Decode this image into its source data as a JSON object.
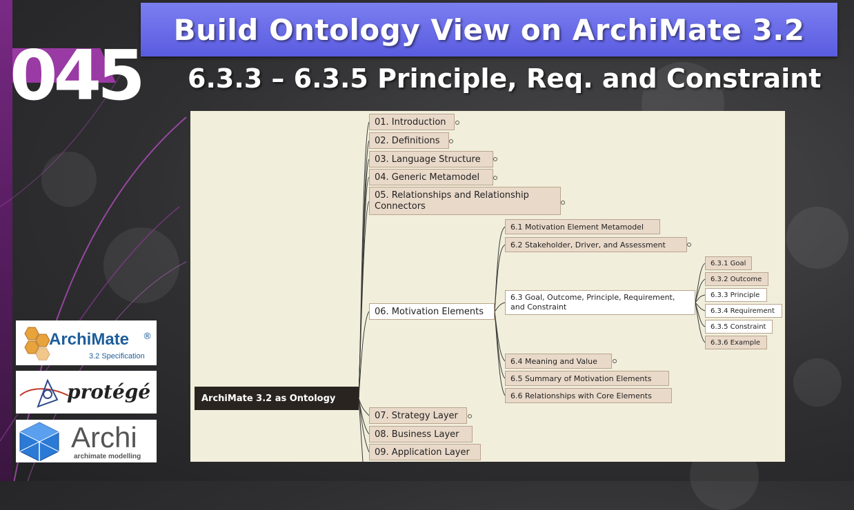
{
  "header": {
    "title": "Build Ontology View on ArchiMate 3.2",
    "episode_number": "045",
    "subtitle": "6.3.3 – 6.3.5 Principle, Req. and Constraint"
  },
  "mindmap": {
    "root": "ArchiMate 3.2 as Ontology",
    "chapters": [
      "01. Introduction",
      "02. Definitions",
      "03. Language Structure",
      "04. Generic Metamodel",
      "05. Relationships and Relationship Connectors",
      "06. Motivation Elements",
      "07. Strategy Layer",
      "08. Business Layer",
      "09. Application Layer"
    ],
    "motivation_children": [
      "6.1 Motivation Element Metamodel",
      "6.2 Stakeholder, Driver, and Assessment",
      "6.3 Goal, Outcome, Principle, Requirement, and Constraint",
      "6.4 Meaning and Value",
      "6.5 Summary of Motivation Elements",
      "6.6 Relationships with Core Elements"
    ],
    "section_6_3_children": [
      "6.3.1 Goal",
      "6.3.2 Outcome",
      "6.3.3 Principle",
      "6.3.4 Requirement",
      "6.3.5 Constraint",
      "6.3.6 Example"
    ]
  },
  "logos": {
    "archimate": {
      "name": "ArchiMate",
      "mark": "®",
      "caption": "3.2 Specification"
    },
    "protege": {
      "name": "protégé"
    },
    "archi": {
      "name": "Archi",
      "caption": "archimate modelling"
    }
  },
  "colors": {
    "banner": "#6466e8",
    "accent_purple": "#9a3aa4",
    "node_fill": "#e9d9c9",
    "canvas": "#f1efdb",
    "root_fill": "#2a2420"
  }
}
